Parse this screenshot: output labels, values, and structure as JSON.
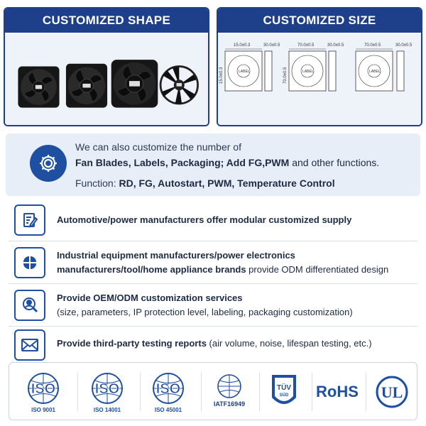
{
  "panels": {
    "shape_title": "CUSTOMIZED SHAPE",
    "size_title": "CUSTOMIZED SIZE",
    "drawings": [
      {
        "width": "15.0±0.3",
        "depth": "30.0±0.5",
        "height": "15.0±0.3",
        "label": "LABEL"
      },
      {
        "width": "70.0±0.5",
        "depth": "30.0±0.5",
        "height": "70.0±0.5",
        "label": "LABEL"
      },
      {
        "width": "70.0±0.5",
        "depth": "30.0±0.5",
        "label": "LABEL"
      }
    ]
  },
  "customize": {
    "intro": "We can also customize the number of",
    "items_bold": "Fan Blades, Labels, Packaging;  Add FG,PWM",
    "items_tail": " and other functions.",
    "function_label": "Function: ",
    "function_values": "RD, FG, Autostart, PWM, Temperature Control",
    "icon": "gear-icon"
  },
  "features": [
    {
      "icon": "document-edit-icon",
      "bold": "Automotive/power manufacturers offer modular customized supply",
      "rest": ""
    },
    {
      "icon": "grid-petals-icon",
      "bold_line1": "Industrial equipment manufacturers/power electronics",
      "bold_line2": "manufacturers/tool/home appliance brands",
      "rest": " provide ODM differentiated design"
    },
    {
      "icon": "user-search-icon",
      "bold": "Provide OEM/ODM customization services",
      "rest": "(size, parameters, IP protection level, labeling, packaging customization)"
    },
    {
      "icon": "envelope-icon",
      "bold": "Provide third-party testing reports",
      "rest": " (air volume, noise, lifespan testing, etc.)"
    }
  ],
  "certifications": [
    {
      "mark": "ISO",
      "caption": "ISO 9001"
    },
    {
      "mark": "ISO",
      "caption": "ISO 14001"
    },
    {
      "mark": "ISO",
      "caption": "ISO 45001"
    },
    {
      "mark": "IATF16949",
      "caption": ""
    },
    {
      "mark": "TÜV",
      "caption": "SÜD"
    },
    {
      "mark": "RoHS",
      "caption": ""
    },
    {
      "mark": "UL",
      "caption": ""
    }
  ],
  "colors": {
    "brand_blue": "#1e3f8a",
    "accent_blue": "#1e4fa0",
    "light_bg": "#e8eef8"
  }
}
